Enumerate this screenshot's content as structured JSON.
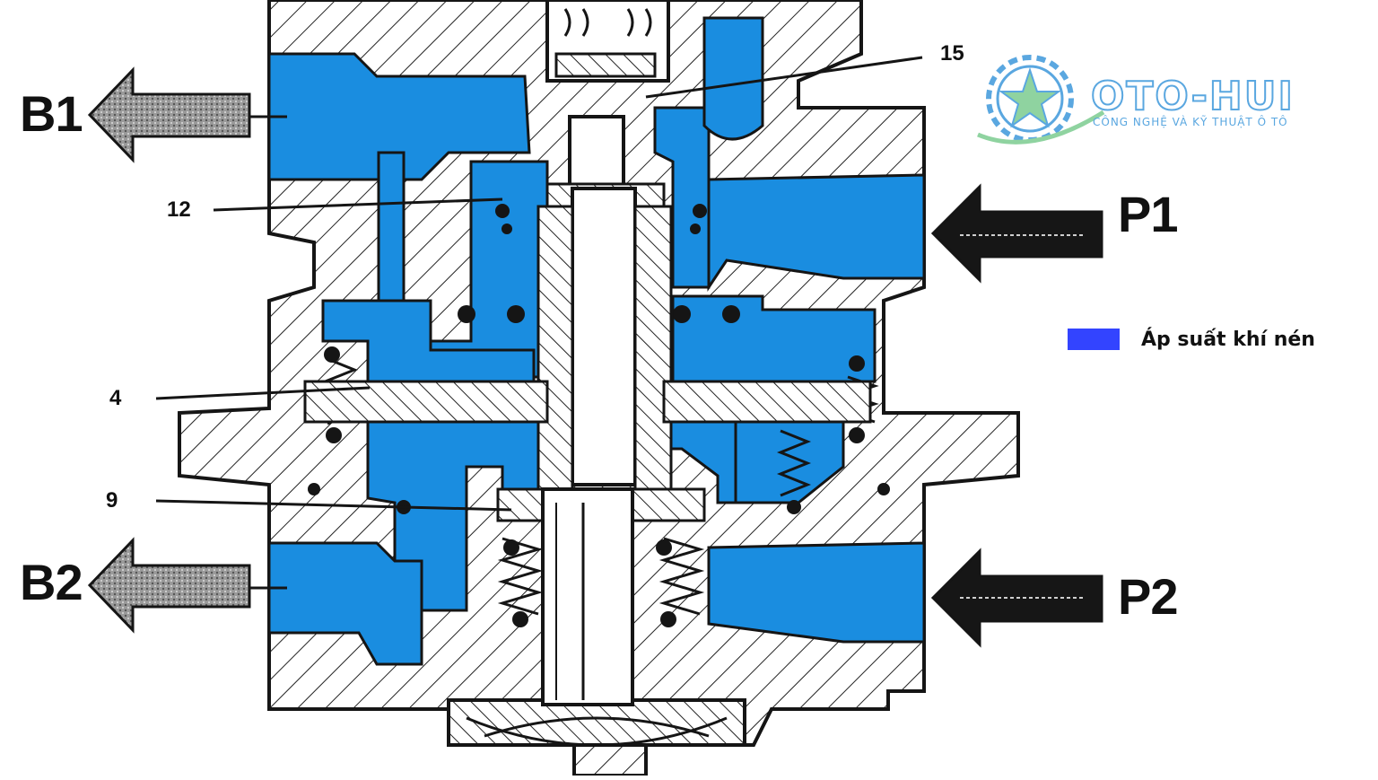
{
  "colors": {
    "pressure": "#1a8de0",
    "legend_swatch": "#3344ff",
    "outline": "#151515",
    "hatch": "#222222",
    "logo_blue": "#5aa7e0",
    "logo_green": "#8fd3a0"
  },
  "ports": {
    "b1": "B1",
    "b2": "B2",
    "p1": "P1",
    "p2": "P2"
  },
  "callouts": {
    "c15": "15",
    "c12": "12",
    "c4": "4",
    "c9": "9"
  },
  "legend": {
    "label": "Áp suất khí nén"
  },
  "logo": {
    "name": "OTO-HUI",
    "tagline": "CÔNG NGHỆ VÀ KỸ THUẬT Ô TÔ",
    "icon": "gear-star-icon"
  }
}
